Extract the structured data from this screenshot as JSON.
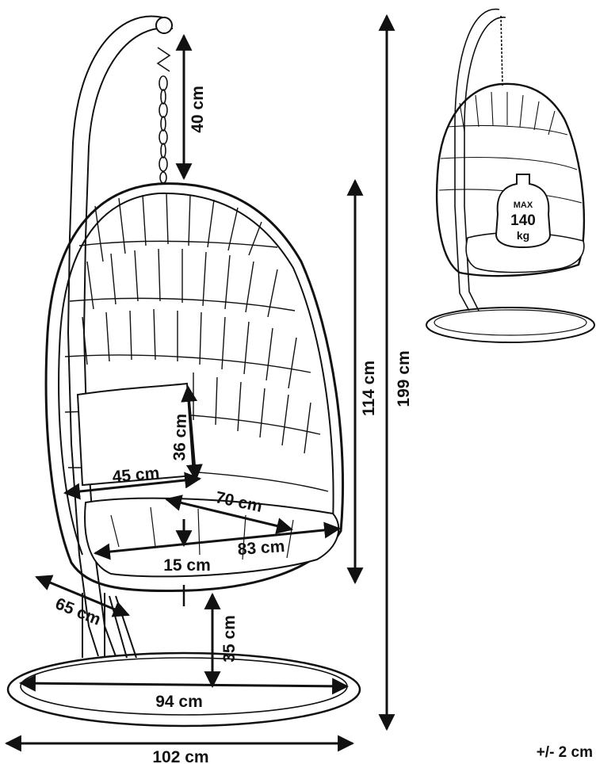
{
  "dimensions": {
    "chain_height": "40 cm",
    "basket_height": "114 cm",
    "total_height": "199 cm",
    "backrest_height": "36 cm",
    "seat_width": "45 cm",
    "seat_depth": "70 cm",
    "basket_width": "83 cm",
    "cushion_thickness": "15 cm",
    "basket_depth": "65 cm",
    "seat_clearance": "35 cm",
    "base_width": "94 cm",
    "overall_width": "102 cm"
  },
  "tolerance": "+/- 2 cm",
  "weight_badge": {
    "max_label": "MAX",
    "value": "140",
    "unit": "kg"
  },
  "colors": {
    "line": "#111111",
    "background": "#ffffff"
  }
}
